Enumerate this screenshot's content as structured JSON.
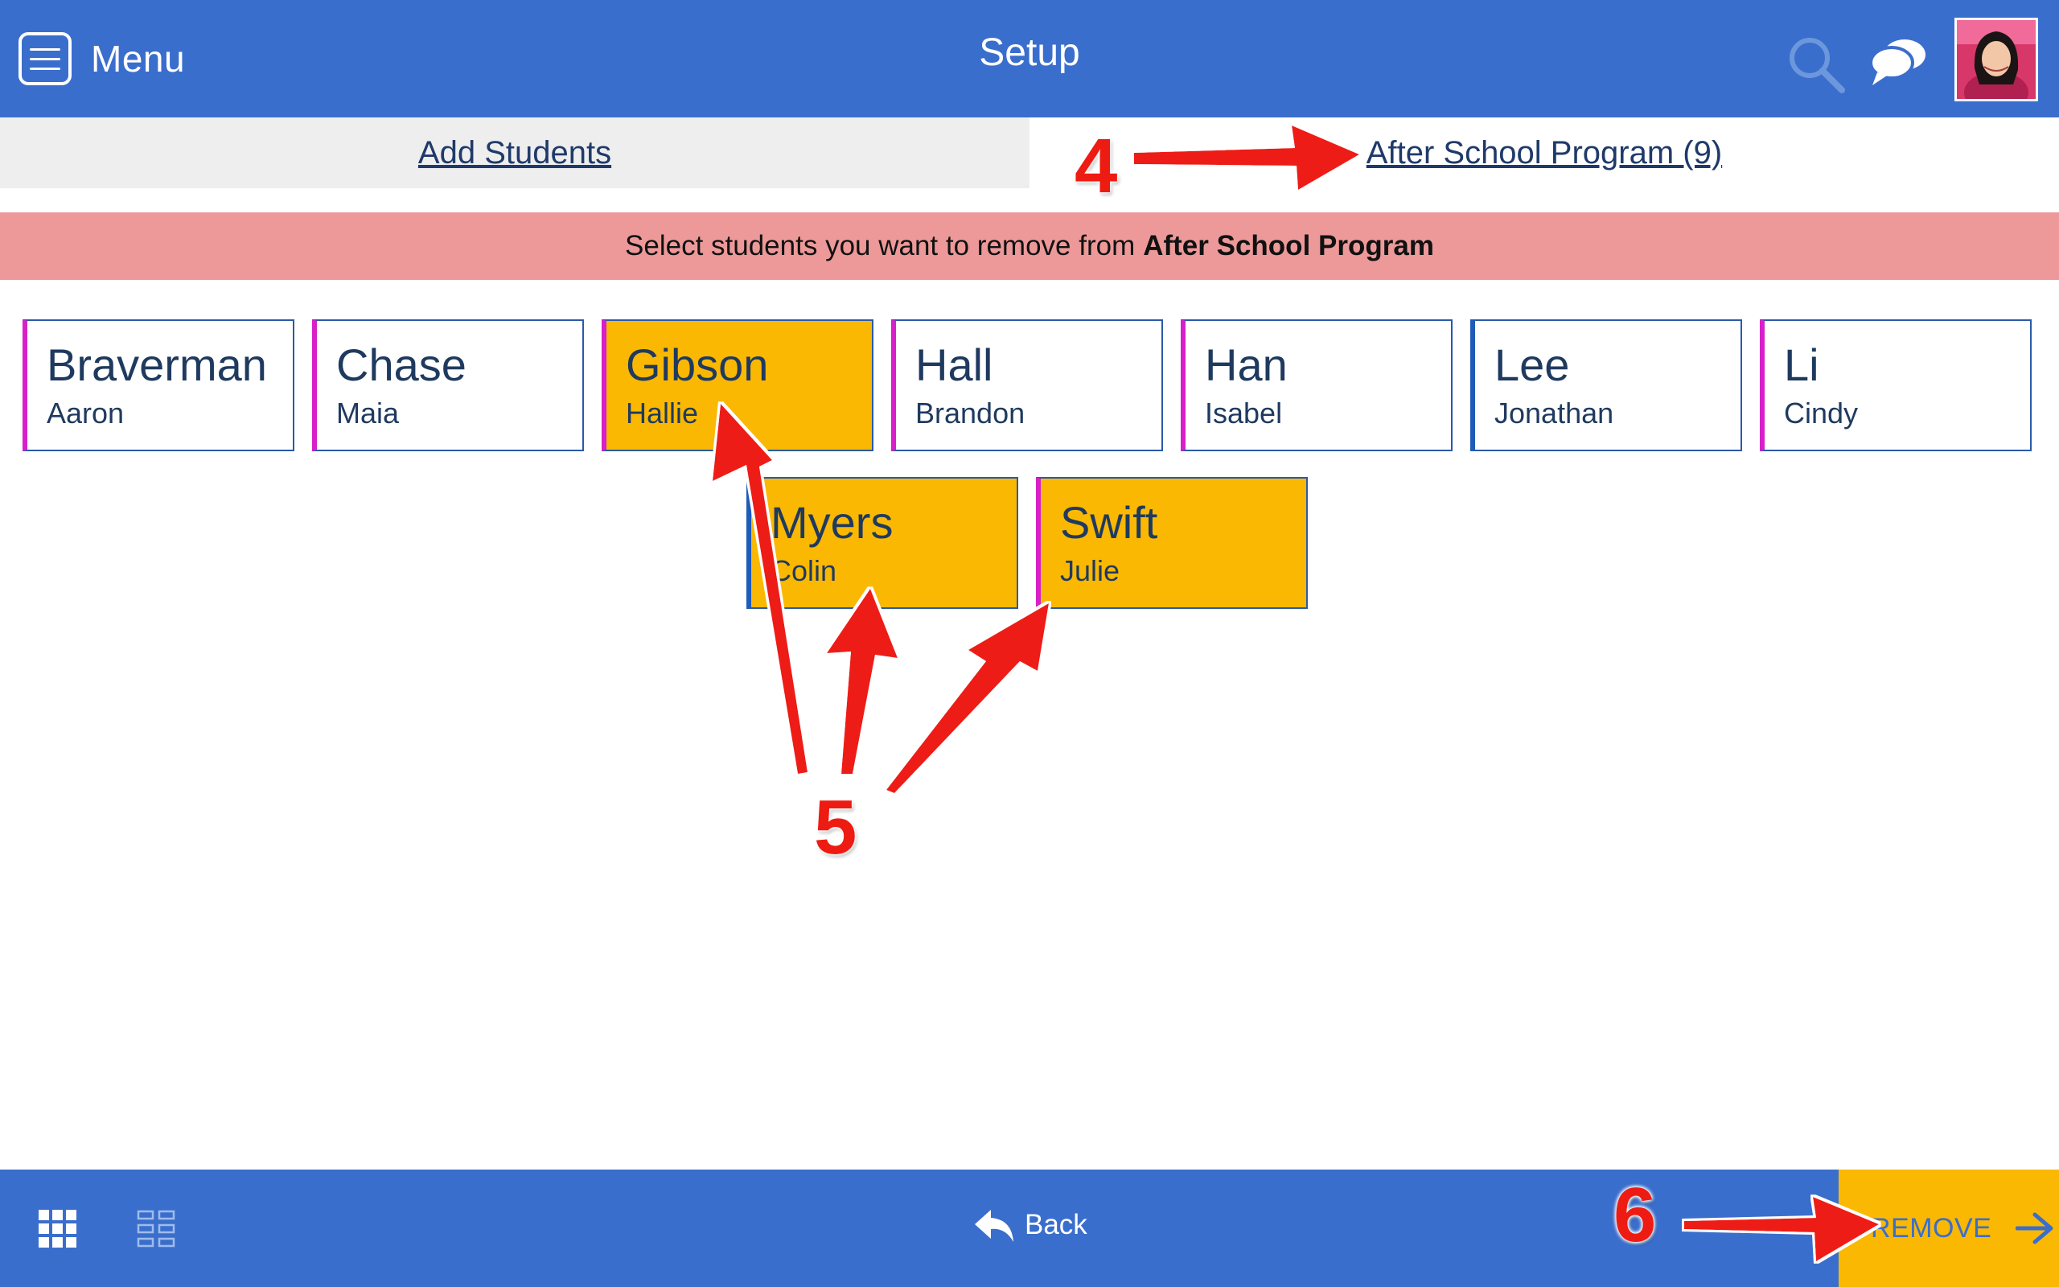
{
  "header": {
    "menu_label": "Menu",
    "title": "Setup",
    "search_icon": "search-icon",
    "chat_icon": "chat-bubbles-icon"
  },
  "tabs": {
    "add_students": "Add Students",
    "program": "After School Program (9)"
  },
  "banner": {
    "text": "Select students you want to remove from",
    "bold": "After School Program",
    "color": "#ed9999"
  },
  "students": [
    {
      "last": "Braverman",
      "first": "Aaron",
      "selected": false
    },
    {
      "last": "Chase",
      "first": "Maia",
      "selected": false
    },
    {
      "last": "Gibson",
      "first": "Hallie",
      "selected": true
    },
    {
      "last": "Hall",
      "first": "Brandon",
      "selected": false
    },
    {
      "last": "Han",
      "first": "Isabel",
      "selected": false
    },
    {
      "last": "Lee",
      "first": "Jonathan",
      "selected": false
    },
    {
      "last": "Li",
      "first": "Cindy",
      "selected": false
    },
    {
      "last": "Myers",
      "first": "Colin",
      "selected": true
    },
    {
      "last": "Swift",
      "first": "Julie",
      "selected": true
    }
  ],
  "annotations": {
    "step4": "4",
    "step5": "5",
    "step6": "6"
  },
  "footer": {
    "back_label": "Back",
    "remove_label": "REMOVE",
    "grid_icon": "grid-filled-icon",
    "grid_outline_icon": "grid-outline-icon"
  },
  "colors": {
    "primary": "#3a6ecd",
    "selected": "#fab803",
    "annotation": "#ee1b12"
  }
}
